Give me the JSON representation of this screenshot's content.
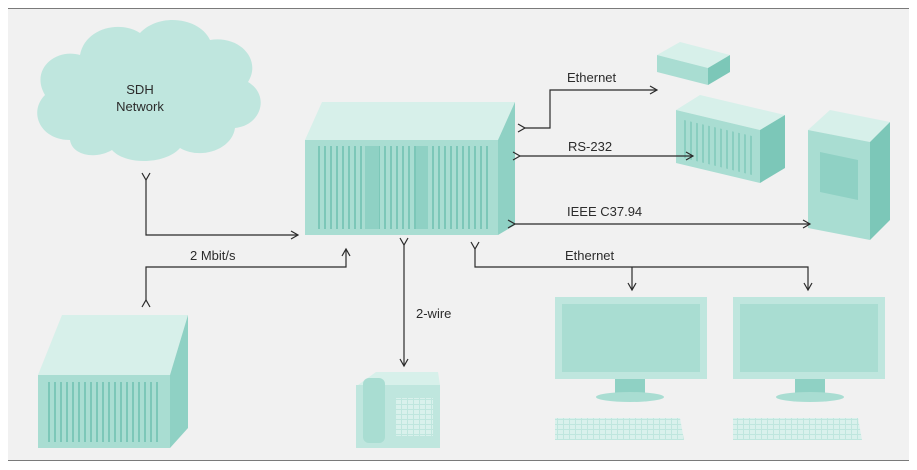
{
  "diagram": {
    "cloud": {
      "line1": "SDH",
      "line2": "Network"
    },
    "labels": {
      "ethernet_top": "Ethernet",
      "rs232": "RS-232",
      "ieee": "IEEE C37.94",
      "ethernet_bottom": "Ethernet",
      "mbit": "2 Mbit/s",
      "twowire": "2-wire"
    }
  },
  "colors": {
    "equipment_light": "#bfe6de",
    "equipment_mid": "#8fd1c4",
    "equipment_dark": "#6bbfb0",
    "arrow": "#2b2b2b",
    "background": "#f1f1f1"
  }
}
